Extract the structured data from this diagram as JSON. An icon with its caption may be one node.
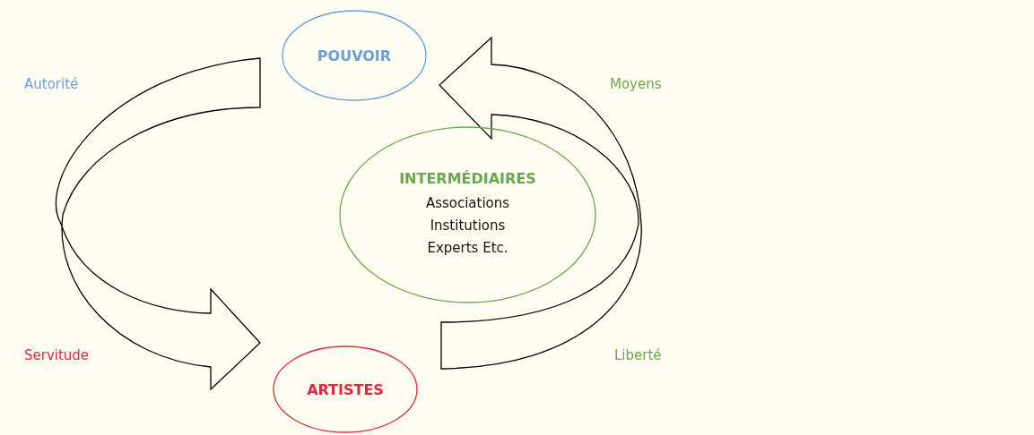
{
  "diagram": {
    "nodes": [
      {
        "text": [
          "POUVOIR"
        ]
      },
      {
        "text": [
          "INTERMÉDIAIRES",
          "Associations Institutions Experts Etc."
        ]
      },
      {
        "text": [
          "ARTISTES"
        ]
      }
    ],
    "edges": [
      {
        "from": 0,
        "to": 2,
        "arrow": "to"
      },
      {
        "from": 2,
        "to": 0,
        "arrow": "to"
      }
    ],
    "labels": [
      "Autorité",
      "Moyens",
      "Servitude",
      "Liberté"
    ]
  }
}
